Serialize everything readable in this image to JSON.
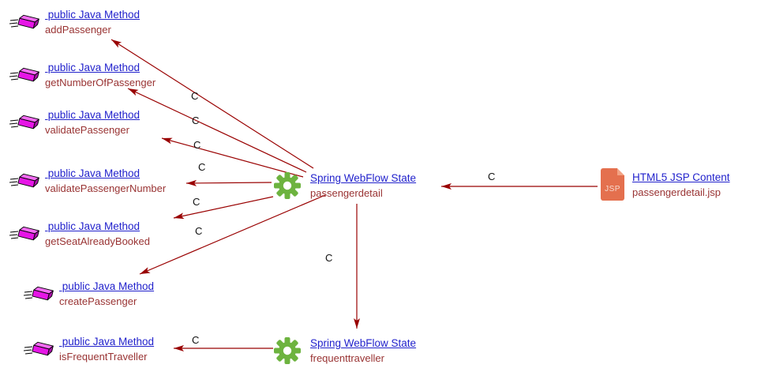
{
  "nodes": {
    "methods": [
      {
        "type_label": " public Java Method",
        "name": "addPassenger"
      },
      {
        "type_label": " public Java Method",
        "name": "getNumberOfPassenger"
      },
      {
        "type_label": " public Java Method",
        "name": "validatePassenger"
      },
      {
        "type_label": " public Java Method",
        "name": "validatePassengerNumber"
      },
      {
        "type_label": " public Java Method",
        "name": "getSeatAlreadyBooked"
      },
      {
        "type_label": " public Java Method",
        "name": "createPassenger"
      },
      {
        "type_label": " public Java Method",
        "name": "isFrequentTraveller"
      }
    ],
    "states": [
      {
        "type_label": "Spring WebFlow State",
        "name": "passengerdetail"
      },
      {
        "type_label": "Spring WebFlow State",
        "name": "frequenttraveller"
      }
    ],
    "jsp": {
      "type_label": "HTML5 JSP Content",
      "name": "passengerdetail.jsp",
      "badge": "JSP"
    }
  },
  "edges": {
    "labels": [
      "C",
      "C",
      "C",
      "C",
      "C",
      "C",
      "C",
      "C",
      "C"
    ]
  },
  "icons": {
    "java_method": "speeding-brick-icon",
    "webflow_state": "gear-icon",
    "jsp_content": "jsp-file-icon"
  },
  "colors": {
    "link_blue": "#2222cc",
    "method_name_red": "#993333",
    "arrow_red": "#990000",
    "gear_green": "#6db33f",
    "jsp_orange": "#e4704e",
    "brick_magenta": "#e616e6",
    "edge_label": "#111111"
  }
}
